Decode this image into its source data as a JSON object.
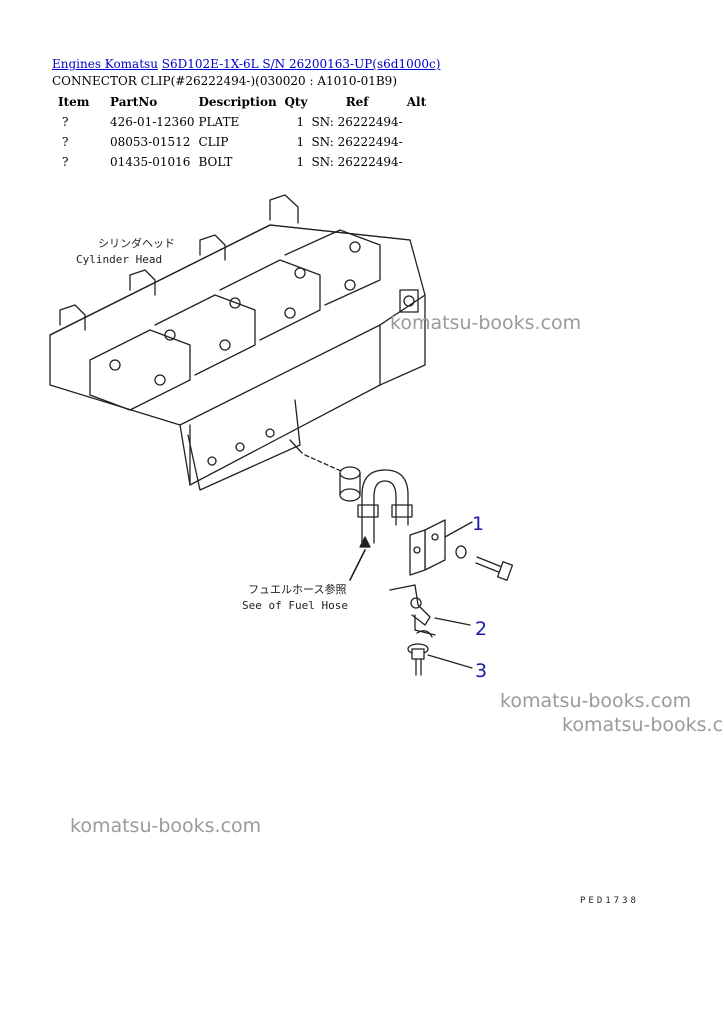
{
  "breadcrumb": {
    "link1": "Engines Komatsu",
    "link2": "S6D102E-1X-6L S/N 26200163-UP(s6d1000c)"
  },
  "subtitle": "CONNECTOR CLIP(#26222494-)(030020 : A1010-01B9)",
  "table": {
    "headers": [
      "Item",
      "PartNo",
      "Description",
      "Qty",
      "Ref",
      "Alt"
    ],
    "rows": [
      [
        "?",
        "426-01-12360",
        "PLATE",
        "1",
        "SN: 26222494-",
        ""
      ],
      [
        "?",
        "08053-01512",
        "CLIP",
        "1",
        "SN: 26222494-",
        ""
      ],
      [
        "?",
        "01435-01016",
        "BOLT",
        "1",
        "SN: 26222494-",
        ""
      ]
    ]
  },
  "diagram": {
    "label_cylinder_jp": "シリンダヘッド",
    "label_cylinder_en": "Cylinder Head",
    "label_hose_jp": "フュエルホース参照",
    "label_hose_en": "See of Fuel Hose",
    "callouts": [
      "1",
      "2",
      "3"
    ],
    "callout_color": "#1a1aaa",
    "code": "PED1738"
  },
  "watermarks": [
    "komatsu-books.com",
    "komatsu-books.com",
    "komatsu-books.com",
    "komatsu-books.com"
  ]
}
